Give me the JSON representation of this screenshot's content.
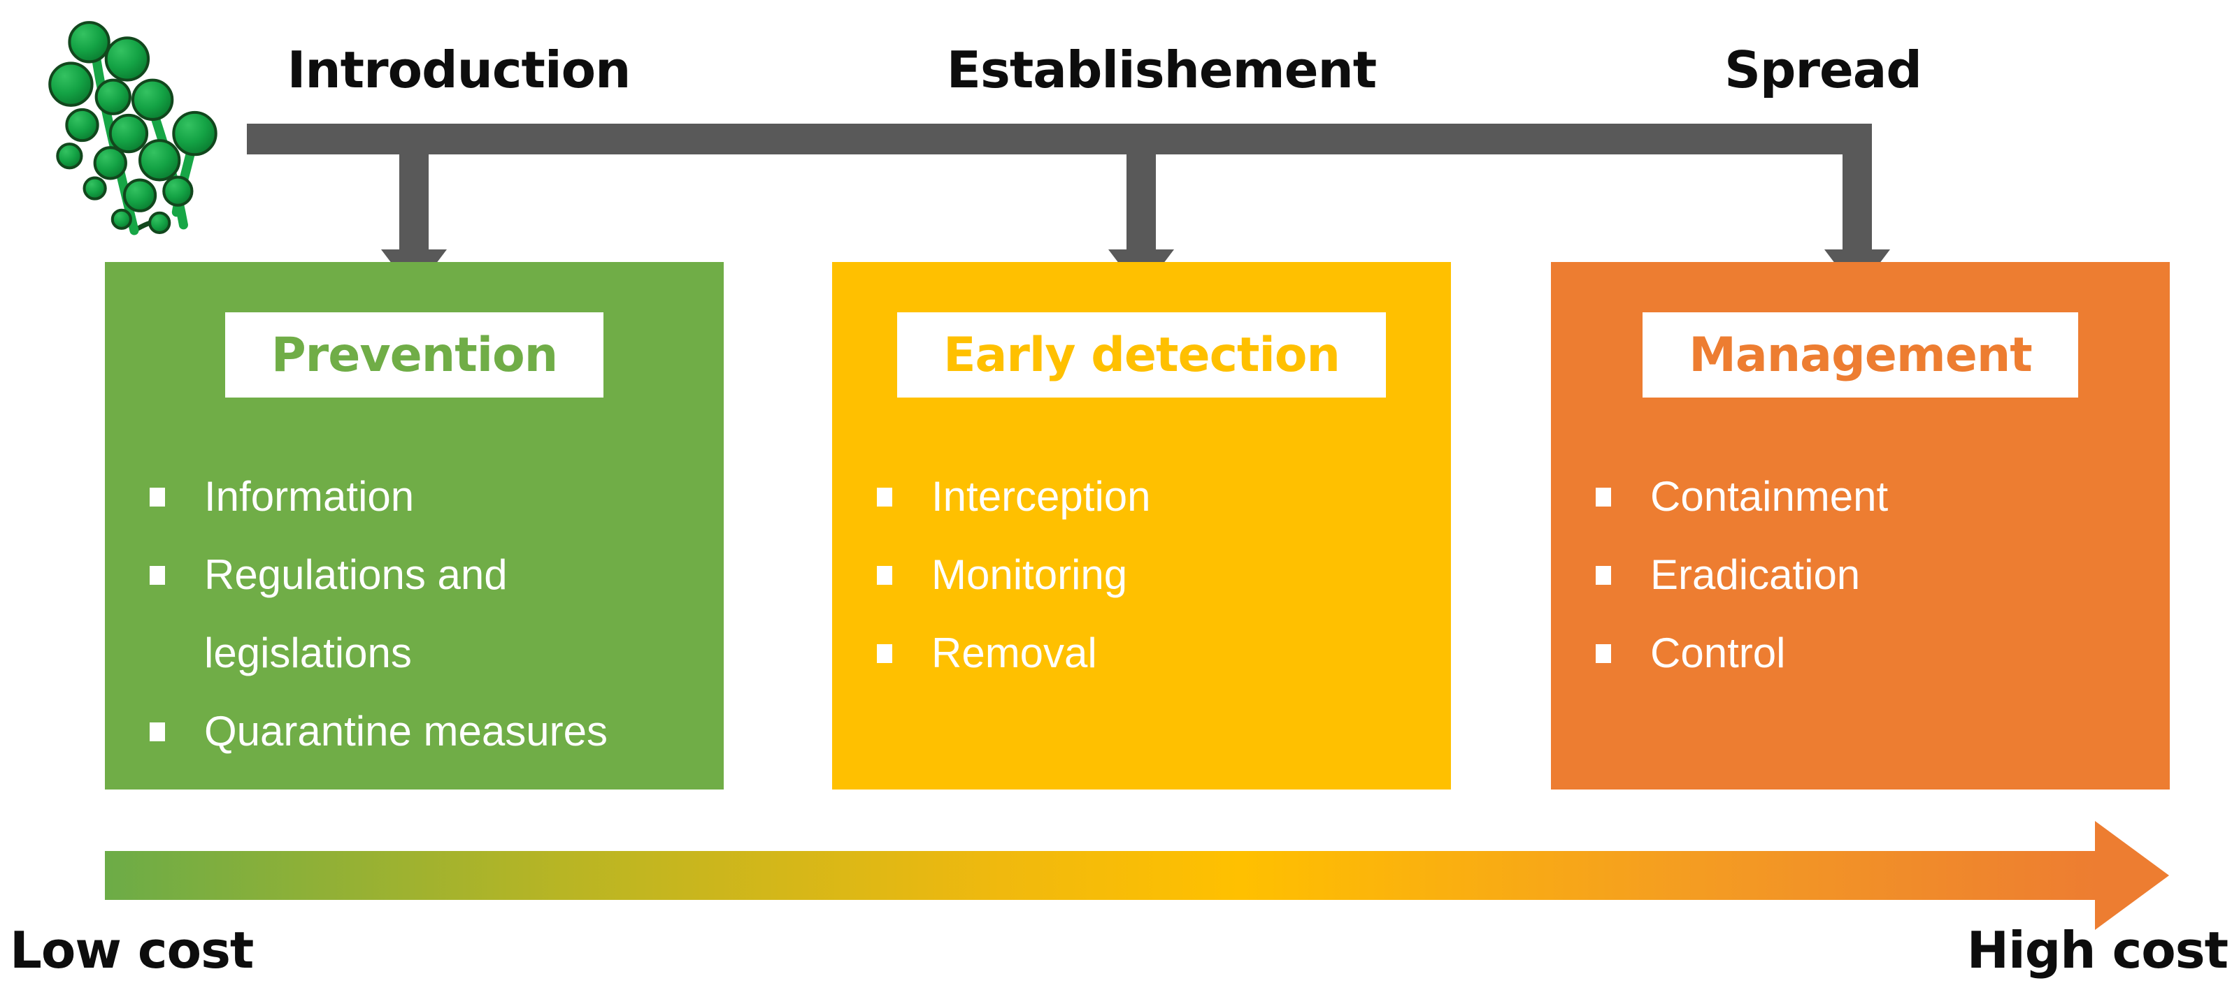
{
  "stages": [
    {
      "label": "Introduction"
    },
    {
      "label": "Establishement"
    },
    {
      "label": "Spread"
    }
  ],
  "boxes": [
    {
      "title": "Prevention",
      "color": "#70AD47",
      "items": [
        "Information",
        "Regulations and legislations",
        "Quarantine measures"
      ]
    },
    {
      "title": "Early detection",
      "color": "#FFC000",
      "items": [
        "Interception",
        "Monitoring",
        "Removal"
      ]
    },
    {
      "title": "Management",
      "color": "#ED7D31",
      "items": [
        "Containment",
        "Eradication",
        "Control"
      ]
    }
  ],
  "cost_scale": {
    "low": "Low cost",
    "high": "High cost",
    "gradient": [
      "#6CAC47",
      "#FFC000",
      "#ED7D31"
    ]
  },
  "colors": {
    "timeline_bar": "#595959",
    "label_text": "#0d0d0d",
    "bullet_text": "#ffffff",
    "title_band": "#ffffff"
  },
  "icons": {
    "plant": "seaweed-icon",
    "stage_arrow": "arrow-down-icon",
    "cost_arrow": "arrow-right-icon",
    "bullet": "square-bullet-icon"
  }
}
